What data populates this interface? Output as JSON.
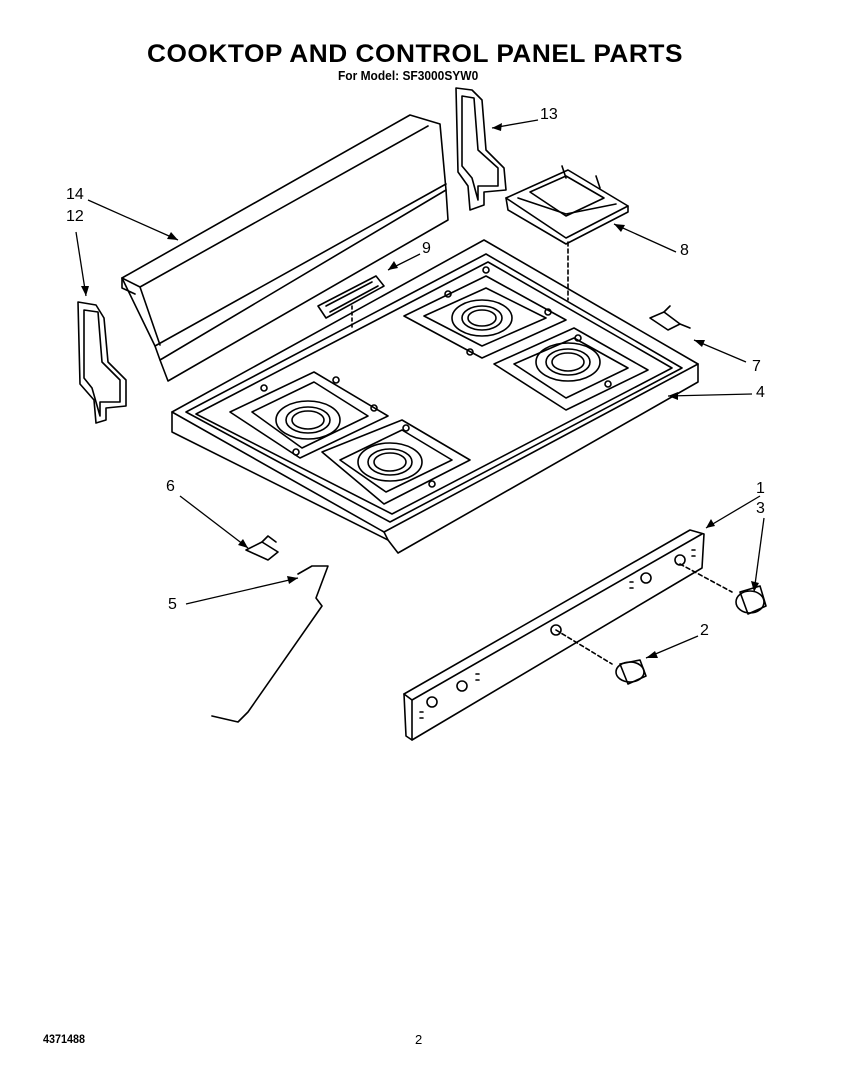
{
  "header": {
    "title": "COOKTOP AND CONTROL PANEL PARTS",
    "model_line": "For Model: SF3000SYW0"
  },
  "callouts": [
    {
      "id": "1",
      "label": "1"
    },
    {
      "id": "2",
      "label": "2"
    },
    {
      "id": "3",
      "label": "3"
    },
    {
      "id": "4",
      "label": "4"
    },
    {
      "id": "5",
      "label": "5"
    },
    {
      "id": "6",
      "label": "6"
    },
    {
      "id": "7",
      "label": "7"
    },
    {
      "id": "8",
      "label": "8"
    },
    {
      "id": "9",
      "label": "9"
    },
    {
      "id": "12",
      "label": "12"
    },
    {
      "id": "13",
      "label": "13"
    },
    {
      "id": "14",
      "label": "14"
    }
  ],
  "footer": {
    "doc_number": "4371488",
    "page_number": "2"
  }
}
